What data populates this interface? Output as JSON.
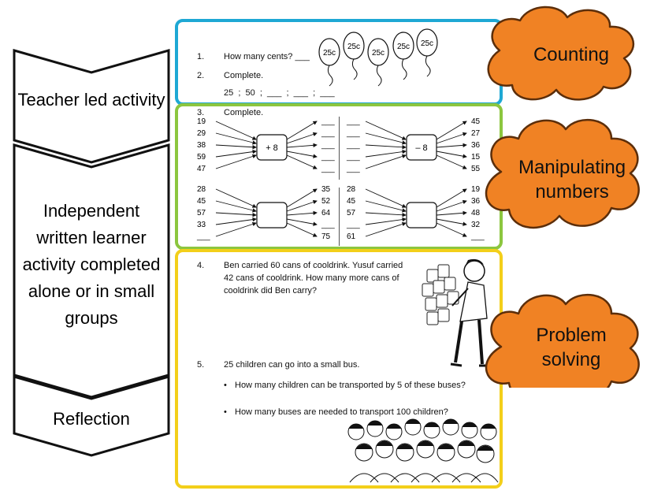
{
  "stages": [
    {
      "label": "Teacher led activity"
    },
    {
      "label": "Independent written learner activity completed alone or in small groups"
    },
    {
      "label": "Reflection"
    }
  ],
  "clouds": [
    {
      "label": "Counting"
    },
    {
      "label": "Manipulating numbers"
    },
    {
      "label": "Problem solving"
    }
  ],
  "counting": {
    "q1_num": "1.",
    "q1_text": "How many cents? ___",
    "q2_num": "2.",
    "q2_text": "Complete.",
    "sequence": "25  ;  50  ;  ___  ;  ___  ;  ___",
    "balloons": [
      "25c",
      "25c",
      "25c",
      "25c",
      "25c"
    ]
  },
  "manipulating": {
    "q3_num": "3.",
    "q3_text": "Complete.",
    "diagram_a": {
      "op": "+ 8",
      "left": [
        "19",
        "29",
        "38",
        "59",
        "47"
      ],
      "right": [
        "___",
        "___",
        "___",
        "___",
        "___"
      ]
    },
    "diagram_b": {
      "op": "– 8",
      "left": [
        "___",
        "___",
        "___",
        "___",
        "___"
      ],
      "right": [
        "45",
        "27",
        "36",
        "15",
        "55"
      ]
    },
    "diagram_c": {
      "op": "",
      "left": [
        "28",
        "45",
        "57",
        "33",
        "___"
      ],
      "right": [
        "35",
        "52",
        "64",
        "___",
        "75"
      ]
    },
    "diagram_d": {
      "op": "",
      "left": [
        "28",
        "45",
        "57",
        "___",
        "61"
      ],
      "right": [
        "19",
        "36",
        "48",
        "32",
        "___"
      ]
    }
  },
  "problem": {
    "q4_num": "4.",
    "q4_lines": [
      "Ben carried 60 cans of cooldrink. Yusuf carried",
      "42 cans of cooldrink. How many more cans of",
      "cooldrink did Ben carry?"
    ],
    "q5_num": "5.",
    "q5_text": "25 children can go into a small bus.",
    "q5_b1": "How many children can be transported by 5 of these buses?",
    "q5_b2": "How many buses are needed to transport 100 children?"
  },
  "colors": {
    "counting_border": "#1ea8d4",
    "manipulating_border": "#8cc63f",
    "problem_border": "#f3cf1a",
    "cloud_fill": "#f08224"
  }
}
